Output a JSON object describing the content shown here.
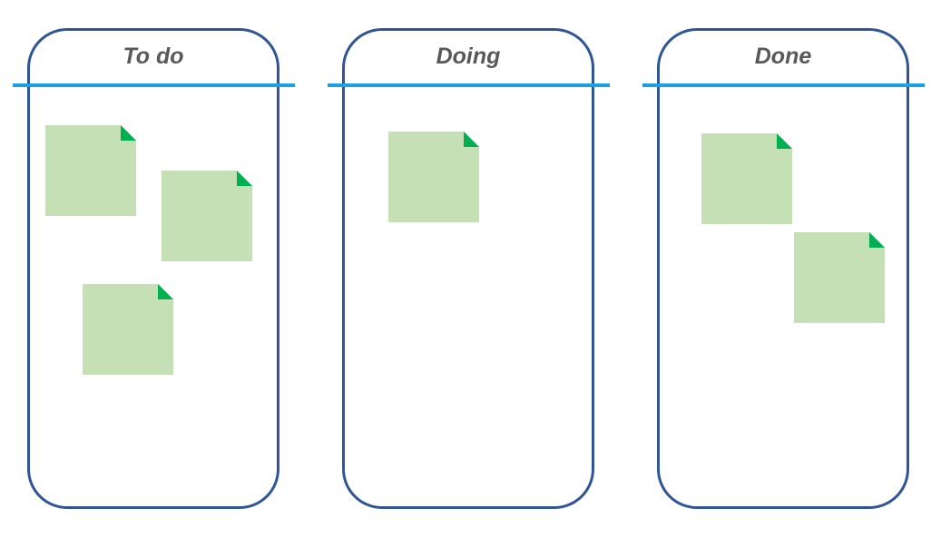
{
  "board": {
    "columns": [
      {
        "title": "To do"
      },
      {
        "title": "Doing"
      },
      {
        "title": "Done"
      }
    ],
    "colors": {
      "column_border": "#2f5597",
      "header_line": "#1ba1e2",
      "title_text": "#595959",
      "note_fill": "#c5e0b4",
      "note_corner": "#00b050"
    },
    "note_counts": {
      "todo": 3,
      "doing": 1,
      "done": 2
    }
  }
}
